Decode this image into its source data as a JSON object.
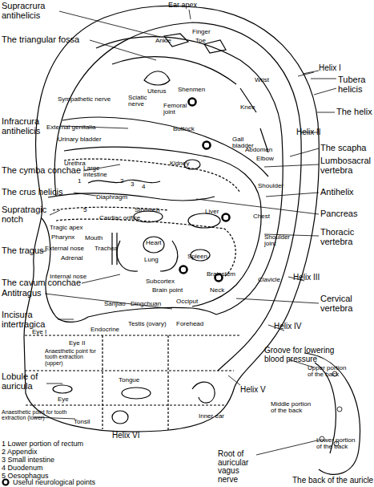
{
  "diagram": {
    "labels": [
      "Supracrura antihelicis",
      "Ear apex",
      "The triangular fossa",
      "Finger",
      "Toe",
      "Ankle",
      "Wrist",
      "Helix I",
      "Tubera helicis",
      "Uterus",
      "Shenmen",
      "Sympathetic nerve",
      "Sciatic nerve",
      "Femoral joint",
      "Knee",
      "The helix",
      "Infracrura antihelicis",
      "Buttock",
      "External genitalia",
      "Helix II",
      "Urinary bladder",
      "Gall bladder",
      "Abdomen",
      "Elbow",
      "The scapha",
      "Lumbosacral vertebra",
      "The cymba conchae",
      "Urethra",
      "Kidney",
      "Large intestine",
      "1",
      "2",
      "3",
      "4",
      "The crus helicis",
      "Antihelix",
      "Shoulder",
      "Diaphragm",
      "Supratragic notch",
      "5",
      "Stomach",
      "Liver",
      "Pancreas",
      "Cardiac orifice",
      "Chest",
      "Tragic apex",
      "Thoracic vertebra",
      "Pharynx",
      "Mouth",
      "Heart",
      "Shoulder joint",
      "The tragus",
      "External nose",
      "Trachea",
      "Adrenal",
      "Lung",
      "Spleen",
      "Internal nose",
      "The cavum conchae",
      "Subcortex",
      "Brainstem",
      "Clavicle",
      "Helix III",
      "Antitragus",
      "Brain point",
      "Neck",
      "Cervical vertebra",
      "Sanjiao",
      "Dingchuan",
      "Occiput",
      "Incisura intertragica",
      "Testis (ovary)",
      "Forehead",
      "Helix IV",
      "Endocrine",
      "Eye I",
      "Eye II",
      "Groove for lowering blood pressure",
      "Anaesthetic point for tooth extraction (upper)",
      "Upper portion of the back",
      "Lobule of auricula",
      "Tongue",
      "Helix V",
      "Middle portion of the back",
      "Eye",
      "Anaesthetic point for tooth extraction (lower)",
      "Inner ear",
      "Helix VI",
      "Lower portion of the back",
      "Tonsil",
      "Root of auricular vagus nerve",
      "1 Lower portion of rectum",
      "2 Appendix",
      "3 Small intestine",
      "4 Duodenum",
      "5 Oesophagus",
      "The back of the auricle"
    ],
    "legend": [
      {
        "text": "Useful neurological points"
      }
    ]
  }
}
